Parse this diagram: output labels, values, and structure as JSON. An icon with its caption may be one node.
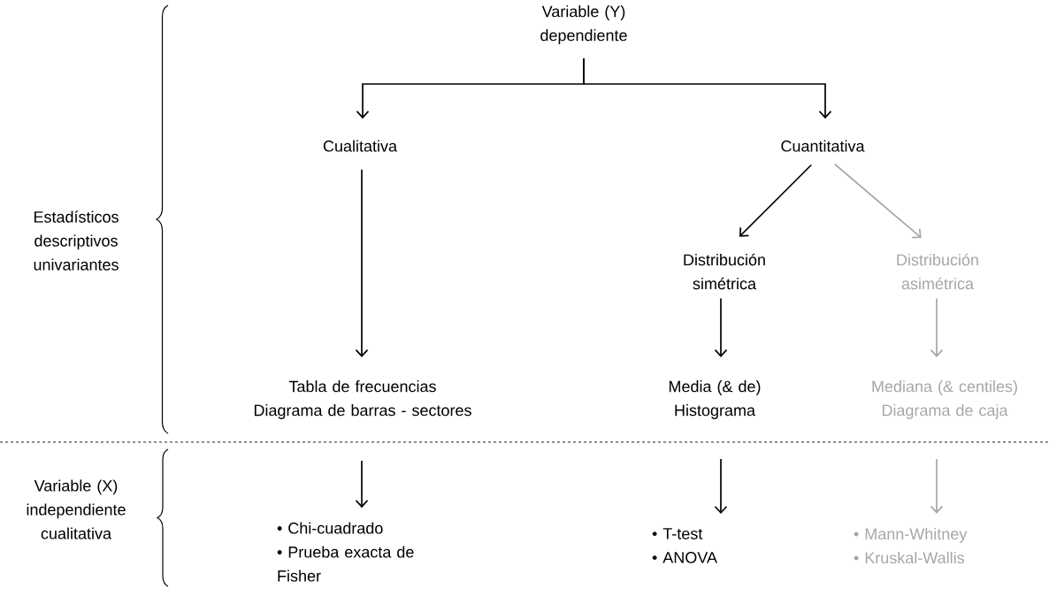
{
  "diagram": {
    "nodes": [
      {
        "text": [
          "Variable (Y) dependiente"
        ]
      },
      {
        "text": [
          "Cualitativa"
        ]
      },
      {
        "text": [
          "Cuantitativa"
        ]
      },
      {
        "text": [
          "Distribución simétrica"
        ]
      },
      {
        "text": [
          "Distribución asimétrica"
        ]
      },
      {
        "text": [
          "Tabla de frecuencias",
          "Diagrama de barras - sectores"
        ]
      },
      {
        "text": [
          "Media (& de)",
          "Histograma"
        ]
      },
      {
        "text": [
          "Mediana (& centiles)",
          "Diagrama de caja"
        ]
      },
      {
        "text": [
          "• Chi-cuadrado",
          "• Prueba exacta de Fisher"
        ]
      },
      {
        "text": [
          "• T-test",
          "• ANOVA"
        ]
      },
      {
        "text": [
          "• Mann-Whitney",
          "• Kruskal-Wallis"
        ]
      }
    ],
    "edges": [
      {
        "from": 0,
        "to": 1,
        "arrow": "to"
      },
      {
        "from": 0,
        "to": 2,
        "arrow": "to"
      },
      {
        "from": 1,
        "to": 5,
        "arrow": "to"
      },
      {
        "from": 2,
        "to": 3,
        "arrow": "to"
      },
      {
        "from": 2,
        "to": 4,
        "arrow": "to",
        "color": "#a6a6a6"
      },
      {
        "from": 3,
        "to": 6,
        "arrow": "to"
      },
      {
        "from": 4,
        "to": 7,
        "arrow": "to",
        "color": "#a6a6a6"
      },
      {
        "from": 5,
        "to": 8,
        "arrow": "to"
      },
      {
        "from": 6,
        "to": 9,
        "arrow": "to"
      },
      {
        "from": 7,
        "to": 10,
        "arrow": "to",
        "color": "#a6a6a6"
      }
    ],
    "labels": [
      "Estadísticos descriptivos univariantes",
      "Variable (X) independiente cualitativa"
    ]
  }
}
